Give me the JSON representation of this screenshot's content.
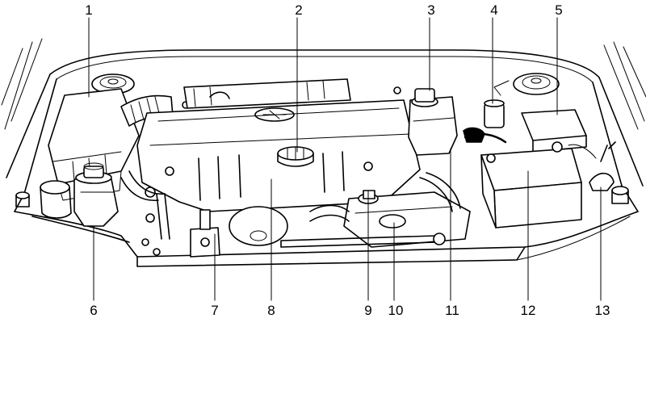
{
  "callouts": [
    {
      "id": 1,
      "label": "1"
    },
    {
      "id": 2,
      "label": "2"
    },
    {
      "id": 3,
      "label": "3"
    },
    {
      "id": 4,
      "label": "4"
    },
    {
      "id": 5,
      "label": "5"
    },
    {
      "id": 6,
      "label": "6"
    },
    {
      "id": 7,
      "label": "7"
    },
    {
      "id": 8,
      "label": "8"
    },
    {
      "id": 9,
      "label": "9"
    },
    {
      "id": 10,
      "label": "10"
    },
    {
      "id": 11,
      "label": "11"
    },
    {
      "id": 12,
      "label": "12"
    },
    {
      "id": 13,
      "label": "13"
    }
  ],
  "colors": {
    "ink": "#000000",
    "paper": "#ffffff"
  }
}
